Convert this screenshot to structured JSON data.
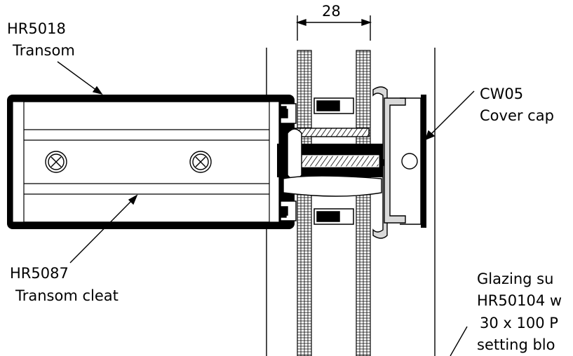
{
  "dimension": {
    "value": "28"
  },
  "labels": {
    "transom": {
      "code": "HR5018",
      "name": "Transom"
    },
    "cover_cap": {
      "code": "CW05",
      "name": "Cover cap"
    },
    "cleat": {
      "code": "HR5087",
      "name": "Transom cleat"
    },
    "glazing": {
      "line1": "Glazing su",
      "line2": "HR50104 w",
      "line3": "30 x 100 P",
      "line4": "setting blo"
    }
  }
}
